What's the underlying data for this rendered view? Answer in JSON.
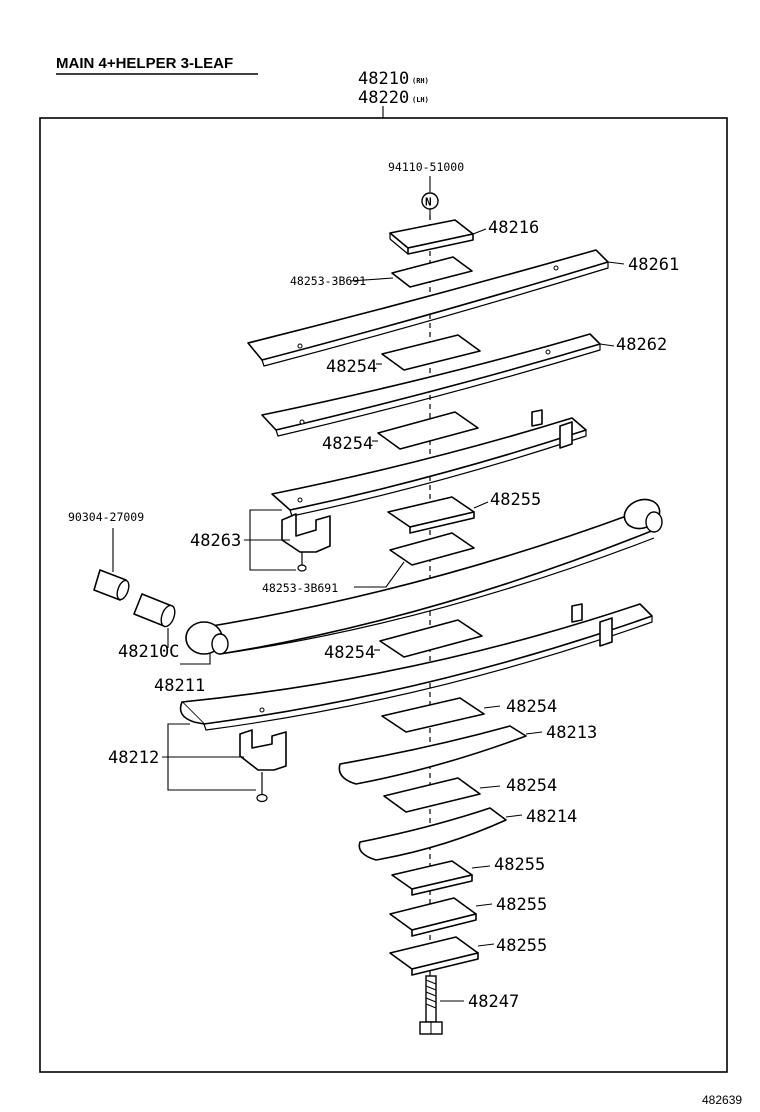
{
  "title": "MAIN 4+HELPER 3-LEAF",
  "assembly": {
    "rh_number": "48210",
    "rh_tag": "(RH)",
    "lh_number": "48220",
    "lh_tag": "(LH)"
  },
  "bolt_note": {
    "number": "94110-51000",
    "symbol": "N"
  },
  "parts": {
    "p48216": "48216",
    "p48253_top": "48253-3B691",
    "p48261": "48261",
    "p48262": "48262",
    "p48254_a": "48254",
    "p48254_b": "48254",
    "p90304": "90304-27009",
    "p48263": "48263",
    "p48255_a": "48255",
    "p48253_bottom": "48253-3B691",
    "p48210c": "48210C",
    "p48211": "48211",
    "p48254_c": "48254",
    "p48254_d": "48254",
    "p48213": "48213",
    "p48212": "48212",
    "p48254_e": "48254",
    "p48214": "48214",
    "p48255_b": "48255",
    "p48255_c": "48255",
    "p48255_d": "48255",
    "p48247": "48247"
  },
  "figure_number": "482639"
}
